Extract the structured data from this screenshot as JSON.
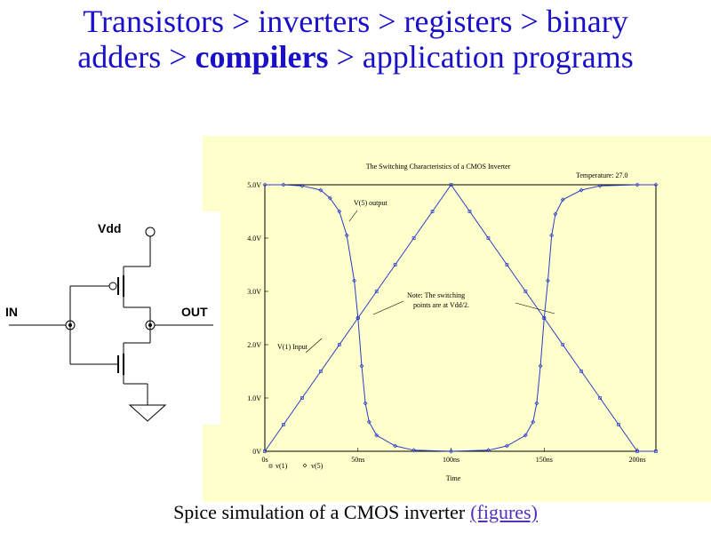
{
  "title": {
    "line1": "Transistors > inverters > registers > binary",
    "line2_pre": "adders > ",
    "line2_bold": "compilers",
    "line2_post": " > application programs"
  },
  "schematic": {
    "vdd_label": "Vdd",
    "in_label": "IN",
    "out_label": "OUT"
  },
  "chart_data": {
    "type": "line",
    "title": "The Switching Characteristics of a CMOS Inverter",
    "temperature_label": "Temperature: 27.0",
    "xlabel": "Time",
    "ylabel": "",
    "x_ticks": [
      "0s",
      "50ns",
      "100ns",
      "150ns",
      "200ns"
    ],
    "y_ticks": [
      "0V",
      "1.0V",
      "2.0V",
      "3.0V",
      "4.0V",
      "5.0V"
    ],
    "xlim": [
      0,
      210
    ],
    "ylim": [
      0,
      5
    ],
    "x_unit": "ns",
    "series": [
      {
        "name": "v(1)",
        "marker": "square",
        "x": [
          0,
          10,
          20,
          30,
          40,
          50,
          60,
          70,
          80,
          90,
          100,
          110,
          120,
          130,
          140,
          150,
          160,
          170,
          180,
          190,
          200,
          210
        ],
        "values": [
          0,
          0.5,
          1.0,
          1.5,
          2.0,
          2.5,
          3.0,
          3.5,
          4.0,
          4.5,
          5.0,
          4.5,
          4.0,
          3.5,
          3.0,
          2.5,
          2.0,
          1.5,
          1.0,
          0.5,
          0,
          0
        ]
      },
      {
        "name": "v(5)",
        "marker": "diamond",
        "x": [
          0,
          10,
          20,
          30,
          35,
          40,
          44,
          48,
          50,
          52,
          54,
          56,
          60,
          70,
          80,
          100,
          120,
          130,
          140,
          144,
          146,
          148,
          150,
          152,
          154,
          156,
          160,
          170,
          180,
          200,
          210
        ],
        "values": [
          5.0,
          5.0,
          4.98,
          4.9,
          4.75,
          4.5,
          4.05,
          3.2,
          2.5,
          1.6,
          0.9,
          0.55,
          0.3,
          0.1,
          0.02,
          0,
          0.02,
          0.1,
          0.3,
          0.55,
          0.9,
          1.6,
          2.5,
          3.2,
          4.05,
          4.45,
          4.72,
          4.9,
          4.98,
          5.0,
          5.0
        ]
      }
    ],
    "annotations": {
      "v5_label": "V(5) output",
      "v1_label": "V(1) Input",
      "note_line1": "Note:  The switching",
      "note_line2": "points are at Vdd/2."
    }
  },
  "caption": {
    "text": "Spice simulation of a CMOS inverter",
    "link": "(figures)"
  }
}
